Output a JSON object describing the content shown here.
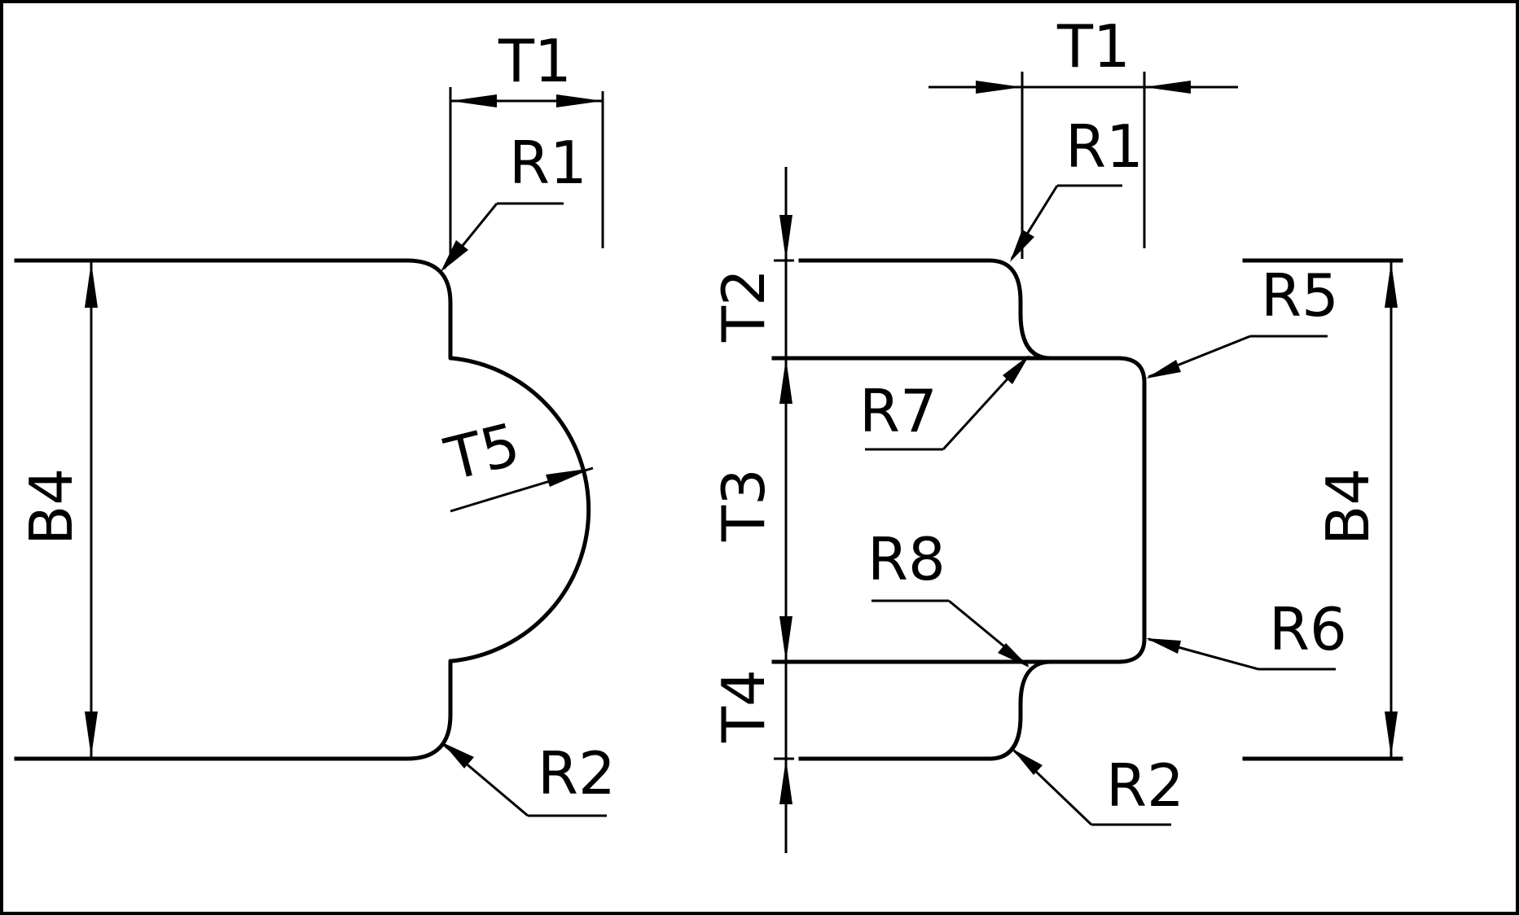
{
  "labels": {
    "left_t1": "T1",
    "left_r1": "R1",
    "left_b4": "B4",
    "left_t5": "T5",
    "left_r2": "R2",
    "right_t1": "T1",
    "right_r1": "R1",
    "right_t2": "T2",
    "right_r5": "R5",
    "right_r7": "R7",
    "right_t3": "T3",
    "right_b4": "B4",
    "right_r8": "R8",
    "right_r6": "R6",
    "right_t4": "T4",
    "right_r2": "R2"
  },
  "colors": {
    "line": "#000000",
    "background": "#ffffff",
    "frame": "#000000"
  }
}
